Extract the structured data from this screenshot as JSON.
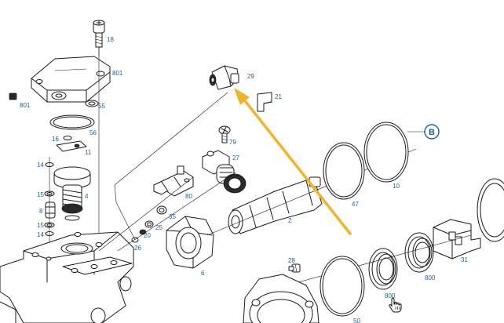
{
  "diagram": {
    "callout_b": "B",
    "labels": {
      "p18": "18",
      "p801_cover": "801",
      "p801_left": "801",
      "p55": "55",
      "p56": "56",
      "p16": "16",
      "p11": "11",
      "p14_top": "14",
      "p15_top": "15",
      "p4": "4",
      "p8": "8",
      "p15_bot": "15",
      "p14_bot": "14",
      "p29": "29",
      "p21": "21",
      "p79": "79",
      "p27": "27",
      "p80": "80",
      "p35": "35",
      "p25": "25",
      "p20": "20",
      "p26": "26",
      "p6": "6",
      "p2": "2",
      "p47": "47",
      "p10": "10",
      "p28": "28",
      "p800_a": "800",
      "p800_b": "800",
      "p31": "31",
      "p50": "50"
    },
    "colors": {
      "label": "#1f5d9a",
      "arrow": "#f0b429",
      "line": "#1a1a1a"
    },
    "highlight_arrow": "arrow-pointing-to-part-29",
    "cursor_icon": "hand-pointer-icon"
  }
}
